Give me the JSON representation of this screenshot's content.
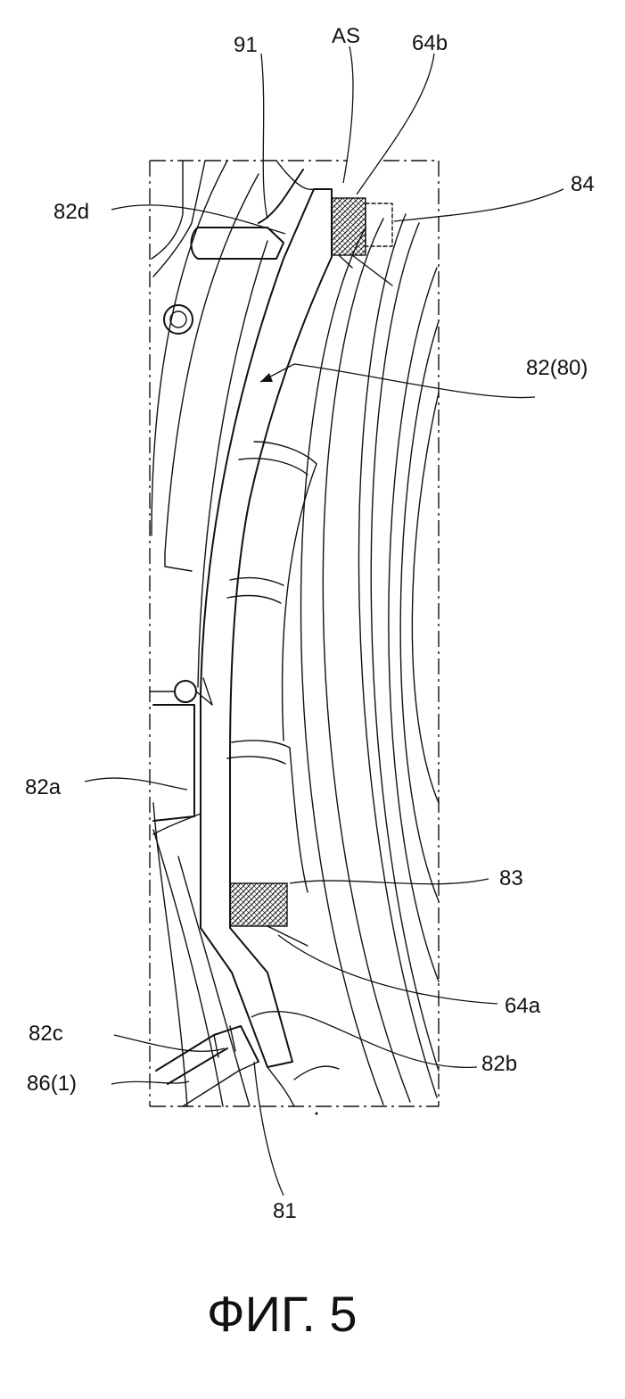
{
  "figure": {
    "caption": "ФИГ. 5",
    "labels": {
      "l91": "91",
      "lAS": "AS",
      "l64b": "64b",
      "l82d": "82d",
      "l84": "84",
      "l82_80": "82(80)",
      "l82a": "82a",
      "l83": "83",
      "l64a": "64a",
      "l82c": "82c",
      "l82b": "82b",
      "l86_1": "86(1)",
      "l81": "81"
    }
  }
}
